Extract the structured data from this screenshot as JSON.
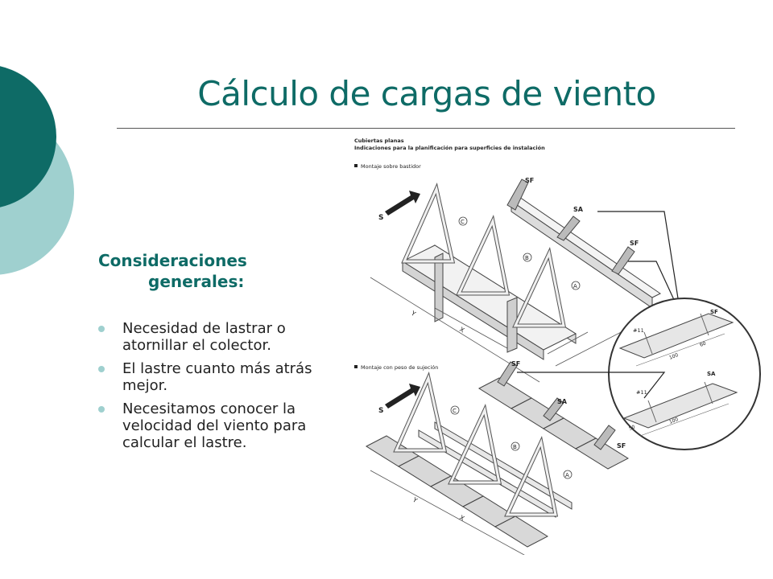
{
  "slide": {
    "title": "Cálculo de cargas de viento",
    "subheading_line1": "Consideraciones",
    "subheading_line2": "generales:",
    "bullets": [
      "Necesidad de lastrar o atornillar el colector.",
      "El lastre cuanto más atrás mejor.",
      "Necesitamos conocer la velocidad del viento para calcular el lastre."
    ]
  },
  "figure": {
    "header_line1": "Cubiertas planas",
    "header_line2": "Indicaciones para la planificación para superficies de instalación",
    "section1": "Montaje sobre bastidor",
    "section2": "Montaje con peso de sujeción",
    "labels": {
      "SF": "SF",
      "SA": "SA",
      "S": "S",
      "A": "A",
      "B": "B",
      "C": "C",
      "X": "X",
      "Y": "Y",
      "X2": "X",
      "Y2": "Y",
      "detail_part": "#11",
      "dim_100": "100",
      "dim_60": "60",
      "dim_50": "50"
    }
  },
  "colors": {
    "teal_dark": "#0e6b66",
    "teal_light": "#9fd0cf",
    "bullet": "#9fd0cf"
  }
}
